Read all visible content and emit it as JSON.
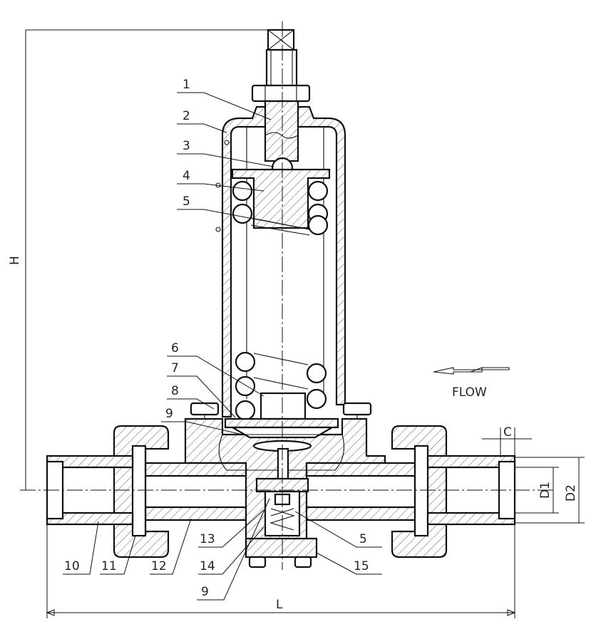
{
  "title": "",
  "callouts": {
    "c1": "1",
    "c2": "2",
    "c3": "3",
    "c4": "4",
    "c5a": "5",
    "c6": "6",
    "c7": "7",
    "c8": "8",
    "c9a": "9",
    "c10": "10",
    "c11": "11",
    "c12": "12",
    "c13": "13",
    "c14": "14",
    "c5b": "5",
    "c15": "15",
    "c9b": "9"
  },
  "dimensions": {
    "height": "H",
    "length": "L",
    "gap": "C",
    "inner_diameter": "D1",
    "outer_diameter": "D2"
  },
  "flow": {
    "label": "FLOW"
  }
}
